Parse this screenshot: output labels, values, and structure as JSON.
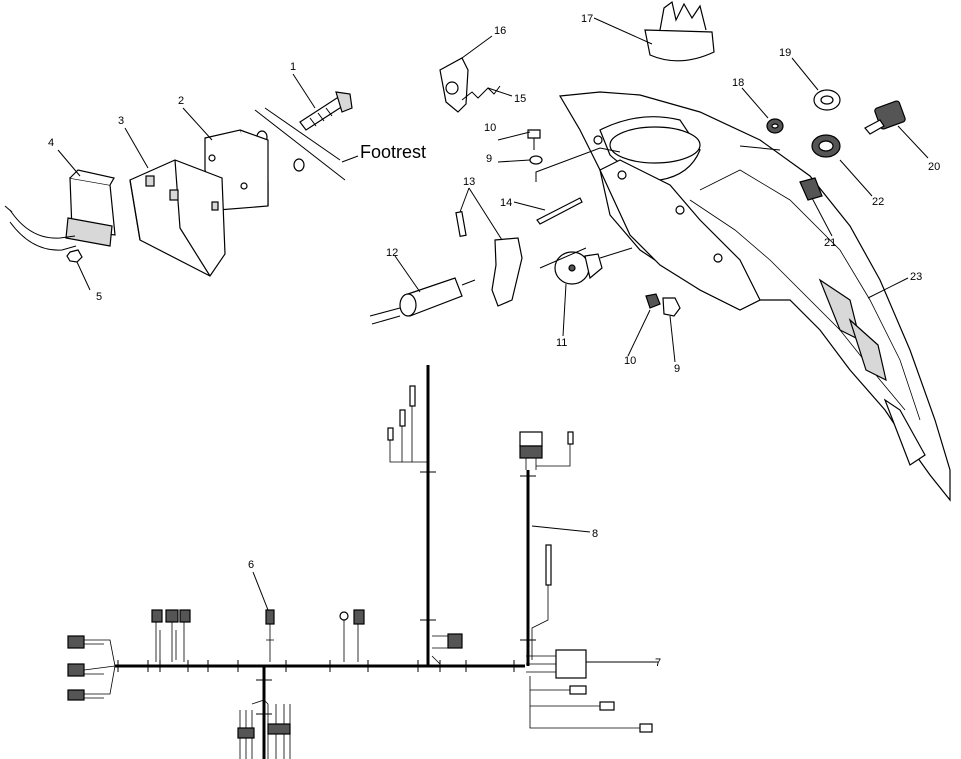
{
  "diagram": {
    "callouts": {
      "c1": "1",
      "c2": "2",
      "c3": "3",
      "c4": "4",
      "c5": "5",
      "c6": "6",
      "c7": "7",
      "c8": "8",
      "c9a": "9",
      "c9b": "9",
      "c10a": "10",
      "c10b": "10",
      "c11": "11",
      "c12": "12",
      "c13": "13",
      "c14": "14",
      "c15": "15",
      "c16": "16",
      "c17": "17",
      "c18": "18",
      "c19": "19",
      "c20": "20",
      "c21": "21",
      "c22": "22",
      "c23": "23"
    },
    "annotation": "Footrest"
  }
}
